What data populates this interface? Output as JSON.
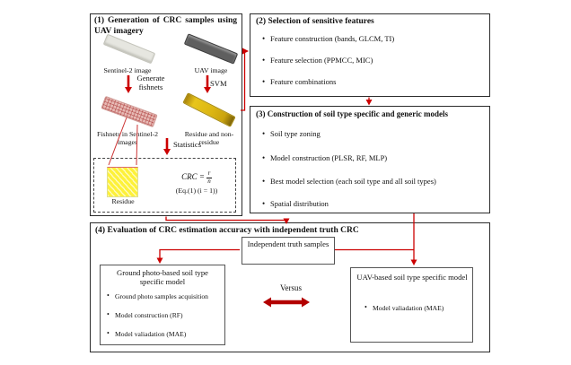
{
  "colors": {
    "connector_red": "#cc0000",
    "versus_red": "#b30000",
    "box_border": "#2b2b2b",
    "residue_yellow": "#fdf13a",
    "uav_strip_gray": "#5f5f5f",
    "sentinel_strip_gray": "#e6e6e0",
    "fishnet_pink": "#e7b9b4",
    "residue_strip_gold": "#d9af14"
  },
  "box1": {
    "title": "(1) Generation of CRC samples using UAV imagery",
    "sentinel_label": "Sentinel-2 image",
    "uav_label": "UAV image",
    "generate_fishnets_label": "Generate fishnets",
    "svm_label": "SVM",
    "fishnet_label": "Fishnets in Sentinel-2 images",
    "residue_strip_label": "Residue and non-residue",
    "statistics_label": "Statistics",
    "residue_square_label": "Residue",
    "formula": {
      "lhs": "CRC",
      "eq": "=",
      "numerator": "r",
      "denominator": "n",
      "note": "(Eq.(1) (i = 1))"
    }
  },
  "box2": {
    "title": "(2) Selection of sensitive features",
    "bullets": [
      "Feature construction (bands, GLCM, TI)",
      "Feature selection (PPMCC, MIC)",
      "Feature combinations"
    ]
  },
  "box3": {
    "title": "(3) Construction of soil type specific and generic models",
    "bullets": [
      "Soil type zoning",
      "Model construction (PLSR, RF, MLP)",
      "Best model selection (each soil type and all soil types)",
      "Spatial distribution"
    ]
  },
  "box4": {
    "title": "(4) Evaluation of CRC estimation accuracy with independent truth CRC",
    "samples_box_label": "Independent truth samples",
    "ground_model": {
      "title": "Ground photo-based soil type specific model",
      "bullets": [
        "Ground photo samples acquisition",
        "Model construction (RF)",
        "Model valiadation (MAE)"
      ]
    },
    "uav_model": {
      "title": "UAV-based soil type specific model",
      "bullets": [
        "Model valiadation (MAE)"
      ]
    },
    "versus_label": "Versus"
  }
}
